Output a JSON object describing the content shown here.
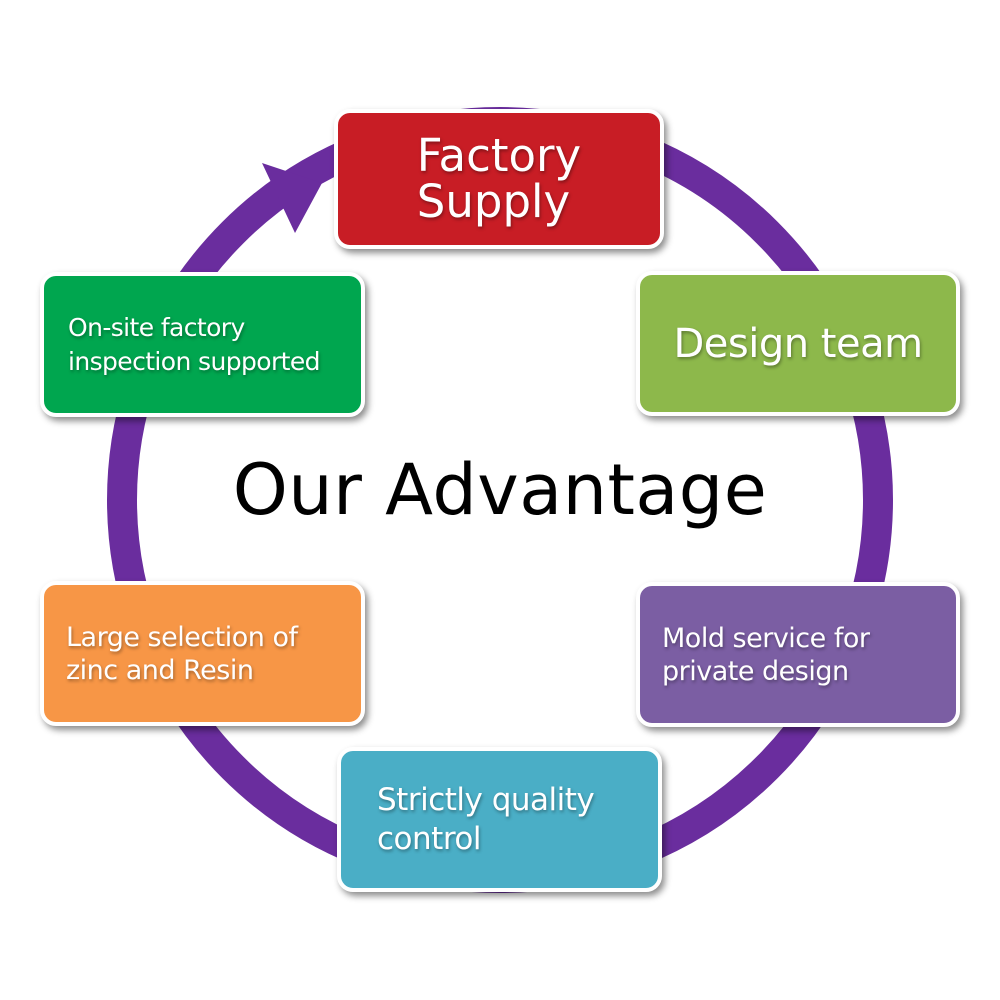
{
  "diagram": {
    "center_title": "Our Advantage",
    "ring_color": "#6a2d9e",
    "nodes": [
      {
        "key": "factory",
        "label": "Factory\nSupply",
        "color": "#c81d25"
      },
      {
        "key": "design",
        "label": "Design team",
        "color": "#8db84b"
      },
      {
        "key": "mold",
        "label": "Mold service for\nprivate design",
        "color": "#7b5ea3"
      },
      {
        "key": "quality",
        "label": "Strictly quality\ncontrol",
        "color": "#4aaec6"
      },
      {
        "key": "large",
        "label": "Large selection of\nzinc and Resin",
        "color": "#f79646"
      },
      {
        "key": "onsite",
        "label": "On-site factory\ninspection supported",
        "color": "#00a64f"
      }
    ]
  }
}
